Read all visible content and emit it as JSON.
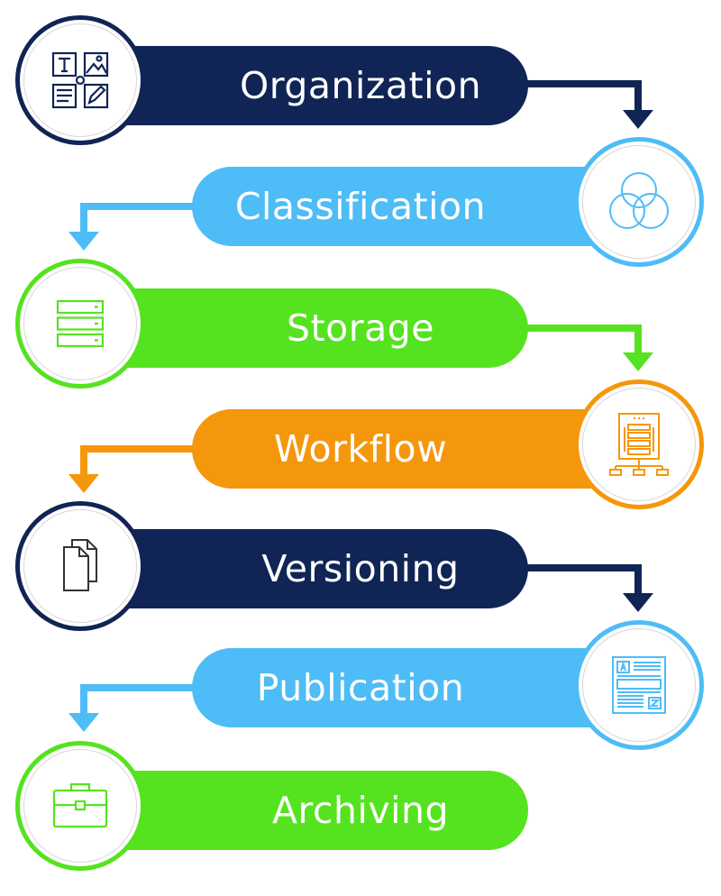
{
  "steps": [
    {
      "label": "Organization",
      "icon": "text-image-edit-icon",
      "color": "#102555"
    },
    {
      "label": "Classification",
      "icon": "venn-diagram-icon",
      "color": "#4ebcf6"
    },
    {
      "label": "Storage",
      "icon": "server-stack-icon",
      "color": "#55e31f"
    },
    {
      "label": "Workflow",
      "icon": "workflow-tree-icon",
      "color": "#f5970c"
    },
    {
      "label": "Versioning",
      "icon": "documents-icon",
      "color": "#102555"
    },
    {
      "label": "Publication",
      "icon": "newspaper-icon",
      "color": "#4ebcf6"
    },
    {
      "label": "Archiving",
      "icon": "briefcase-icon",
      "color": "#55e31f"
    }
  ]
}
